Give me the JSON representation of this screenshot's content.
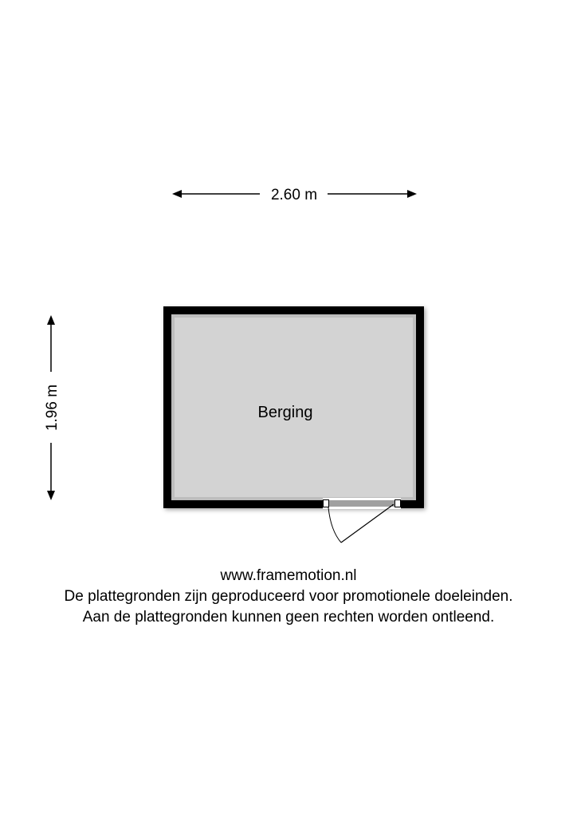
{
  "plan": {
    "width_label": "2.60 m",
    "height_label": "1.96 m",
    "room_label": "Berging",
    "floor_color": "#d3d3d3",
    "wall_color": "#000000"
  },
  "footer": {
    "website": "www.framemotion.nl",
    "line1": "De plattegronden zijn geproduceerd voor promotionele doeleinden.",
    "line2": "Aan de plattegronden kunnen geen rechten worden ontleend."
  }
}
